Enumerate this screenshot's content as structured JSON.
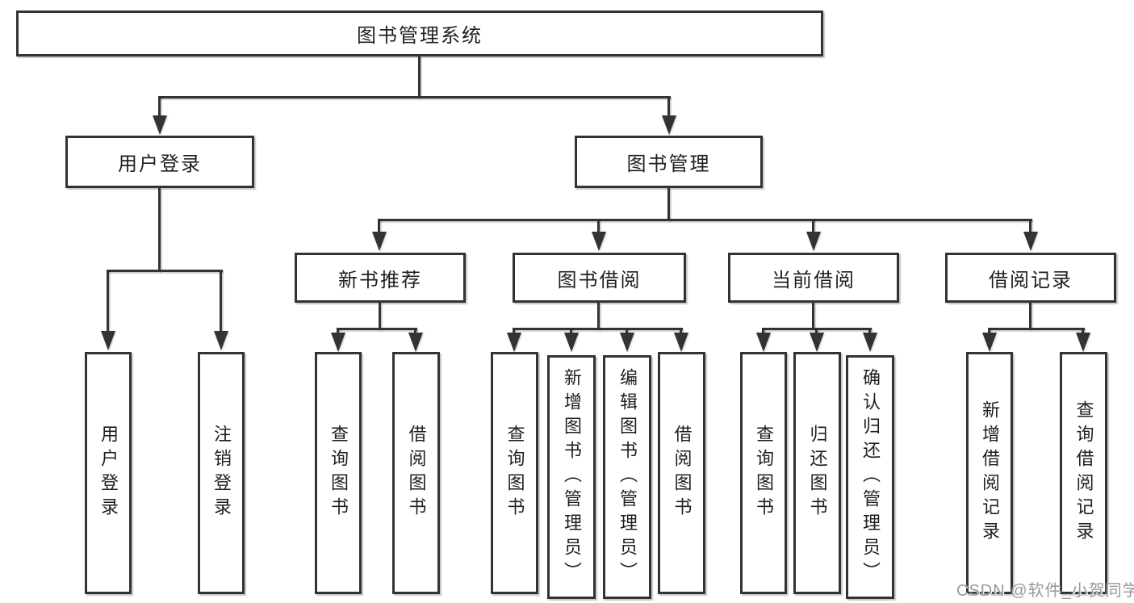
{
  "title": "图书管理系统",
  "watermark": "CSDN @软件_小贺同学",
  "colors": {
    "line": "#333333",
    "box_border": "#333333",
    "box_fill": "#ffffff",
    "text": "#1f1f1f",
    "watermark": "#949494"
  },
  "nodes": {
    "root": "图书管理系统",
    "user_login": "用户登录",
    "book_mgmt": "图书管理",
    "new_book_rec": "新书推荐",
    "book_borrow": "图书借阅",
    "current_borrow": "当前借阅",
    "borrow_record": "借阅记录",
    "leaf_user_login": "用户登录",
    "leaf_logout_login": "注销登录",
    "leaf_query_book_a": "查询图书",
    "leaf_borrow_book_a": "借阅图书",
    "leaf_query_book_b": "查询图书",
    "leaf_add_book_admin": "新增图书（管理员）",
    "leaf_edit_book_admin": "编辑图书（管理员）",
    "leaf_borrow_book_b": "借阅图书",
    "leaf_query_book_c": "查询图书",
    "leaf_return_book": "归还图书",
    "leaf_confirm_return_admin": "确认归还（管理员）",
    "leaf_add_borrow_record": "新增借阅记录",
    "leaf_query_borrow_record": "查询借阅记录"
  },
  "hierarchy": {
    "图书管理系统": {
      "用户登录": [
        "用户登录",
        "注销登录"
      ],
      "图书管理": {
        "新书推荐": [
          "查询图书",
          "借阅图书"
        ],
        "图书借阅": [
          "查询图书",
          "新增图书（管理员）",
          "编辑图书（管理员）",
          "借阅图书"
        ],
        "当前借阅": [
          "查询图书",
          "归还图书",
          "确认归还（管理员）"
        ],
        "借阅记录": [
          "新增借阅记录",
          "查询借阅记录"
        ]
      }
    }
  }
}
